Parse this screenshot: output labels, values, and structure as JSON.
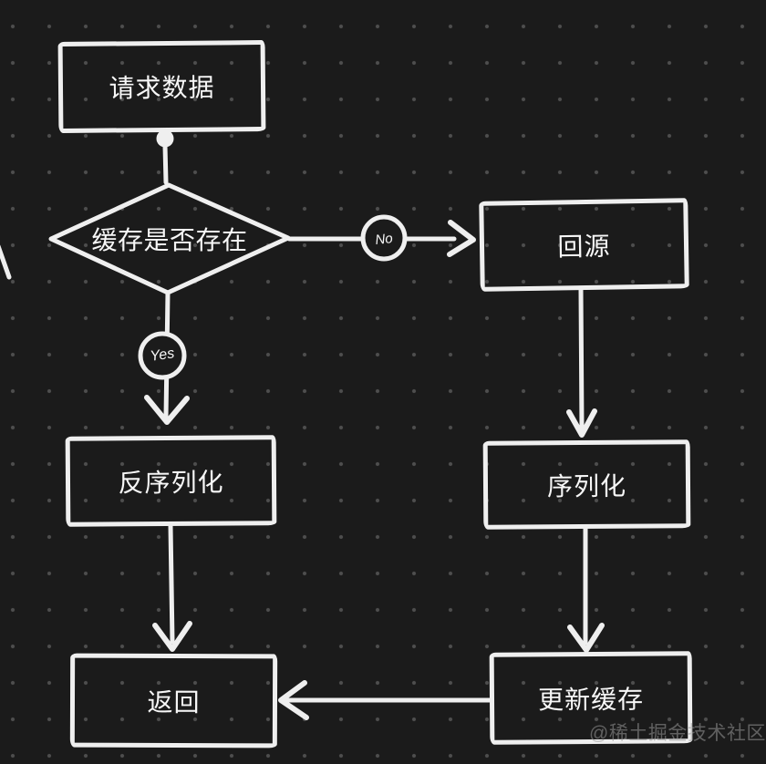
{
  "colors": {
    "bg": "#1b1b1b",
    "dot": "#4e4e4e",
    "ink": "#efefef",
    "text": "#f7f7f7",
    "watermark": "#9a9a9a"
  },
  "flowchart": {
    "nodes": {
      "request_data": {
        "label": "请求数据",
        "shape": "rect"
      },
      "cache_exists": {
        "label": "缓存是否存在",
        "shape": "diamond"
      },
      "back_to_source": {
        "label": "回源",
        "shape": "rect"
      },
      "deserialize": {
        "label": "反序列化",
        "shape": "rect"
      },
      "serialize": {
        "label": "序列化",
        "shape": "rect"
      },
      "update_cache": {
        "label": "更新缓存",
        "shape": "rect"
      },
      "return": {
        "label": "返回",
        "shape": "rect"
      }
    },
    "edge_labels": {
      "no": "No",
      "yes": "Yes"
    }
  },
  "watermark": {
    "text": "@稀土掘金技术社区"
  }
}
